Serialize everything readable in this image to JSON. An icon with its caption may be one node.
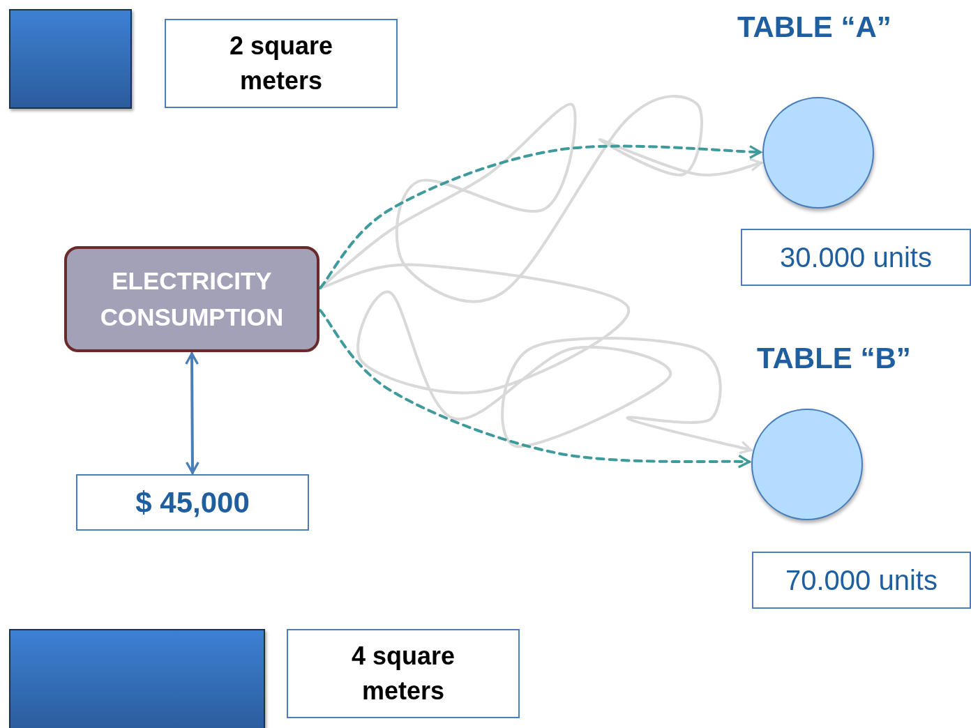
{
  "diagram": {
    "nodes": [
      {
        "text": [],
        "shape": "box"
      },
      {
        "text": [
          "2 square meters"
        ]
      },
      {
        "text": [
          "TABLE “A”"
        ]
      },
      {
        "text": [
          "ELECTRICITY CONSUMPTION"
        ]
      },
      {
        "text": [
          "30.000 units"
        ]
      },
      {
        "text": [
          "TABLE “B”"
        ]
      },
      {
        "text": [
          "$ 45,000"
        ]
      },
      {
        "text": [
          "70.000 units"
        ]
      },
      {
        "text": [],
        "shape": "box"
      },
      {
        "text": [
          "4 square meters"
        ]
      }
    ],
    "edges": [
      {
        "from": 3,
        "to": 2,
        "arrow": "to",
        "style": "dashed",
        "color": "#3f9a9c"
      },
      {
        "from": 3,
        "to": 5,
        "arrow": "to",
        "style": "dashed",
        "color": "#3f9a9c"
      },
      {
        "from": 3,
        "to": 6,
        "arrow": "both",
        "color": "#4a7ebb"
      },
      {
        "from": 3,
        "to": 2,
        "arrow": "to",
        "color": "#d9d9d9"
      },
      {
        "from": 3,
        "to": 5,
        "arrow": "to",
        "color": "#d9d9d9"
      }
    ]
  }
}
